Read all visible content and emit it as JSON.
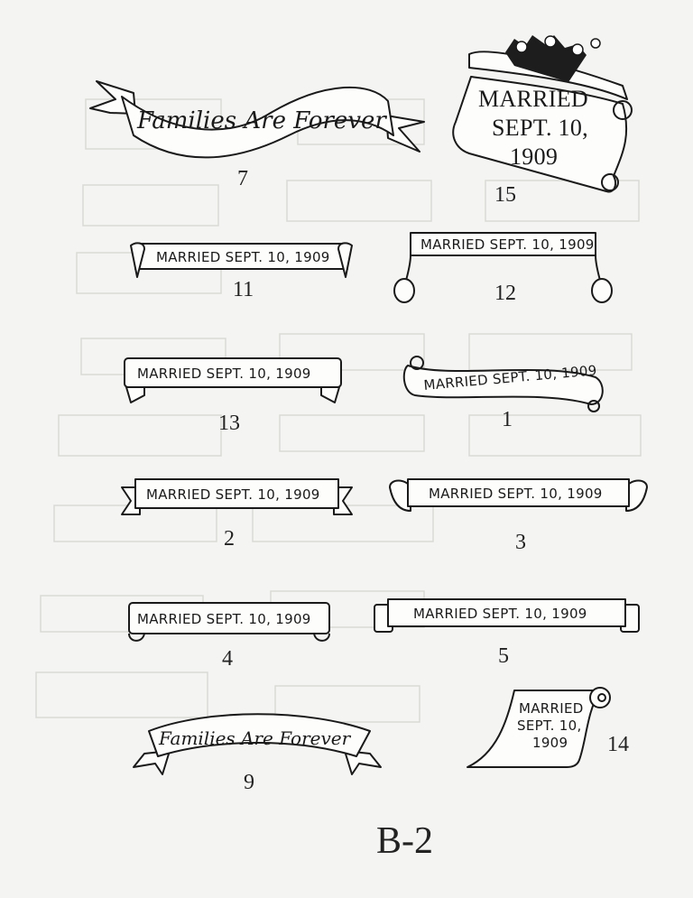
{
  "designs": {
    "d7": {
      "number": "7",
      "text": "Families Are Forever"
    },
    "d15": {
      "number": "15",
      "line1": "MARRIED",
      "line2": "SEPT. 10,",
      "line3": "1909"
    },
    "d11": {
      "number": "11",
      "text": "MARRIED SEPT. 10, 1909"
    },
    "d12": {
      "number": "12",
      "text": "MARRIED SEPT. 10, 1909"
    },
    "d13": {
      "number": "13",
      "text": "MARRIED SEPT. 10, 1909"
    },
    "d1": {
      "number": "1",
      "text": "MARRIED SEPT. 10, 1909"
    },
    "d2": {
      "number": "2",
      "text": "MARRIED SEPT. 10, 1909"
    },
    "d3": {
      "number": "3",
      "text": "MARRIED SEPT. 10, 1909"
    },
    "d4": {
      "number": "4",
      "text": "MARRIED SEPT. 10, 1909"
    },
    "d5": {
      "number": "5",
      "text": "MARRIED SEPT. 10, 1909"
    },
    "d9": {
      "number": "9",
      "text": "Families Are Forever"
    },
    "d14": {
      "number": "14",
      "line1": "MARRIED",
      "line2": "SEPT. 10,",
      "line3": "1909"
    }
  },
  "page_label": "B-2"
}
